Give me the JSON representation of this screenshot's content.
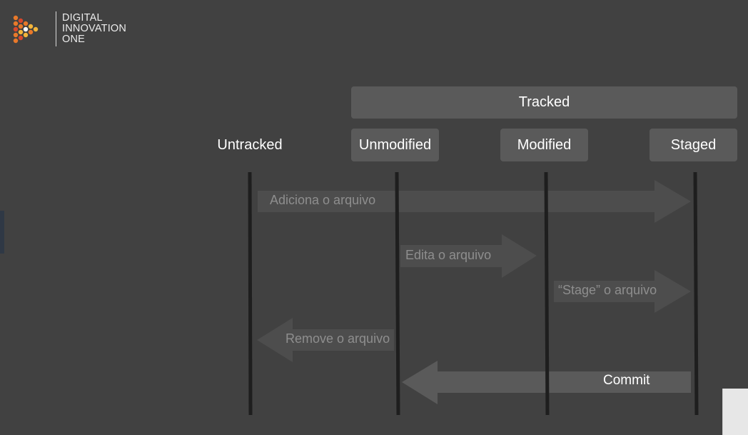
{
  "brand": {
    "lines": [
      "DIGITAL",
      "INNOVATION",
      "ONE"
    ],
    "colors": {
      "orange": "#e8792a",
      "red": "#d9472b",
      "yellow": "#f4b53a"
    }
  },
  "diagram": {
    "group_label": "Tracked",
    "states": {
      "untracked": "Untracked",
      "unmodified": "Unmodified",
      "modified": "Modified",
      "staged": "Staged"
    },
    "transitions": {
      "add": "Adiciona o arquivo",
      "edit": "Edita o arquivo",
      "stage": "“Stage” o arquivo",
      "remove": "Remove o arquivo",
      "commit": "Commit"
    },
    "colors": {
      "background": "#414141",
      "box": "#5a5a5a",
      "arrow": "#4d4d4d",
      "commit_arrow": "#5a5a5a",
      "lifeline": "#1e1e1e"
    }
  }
}
